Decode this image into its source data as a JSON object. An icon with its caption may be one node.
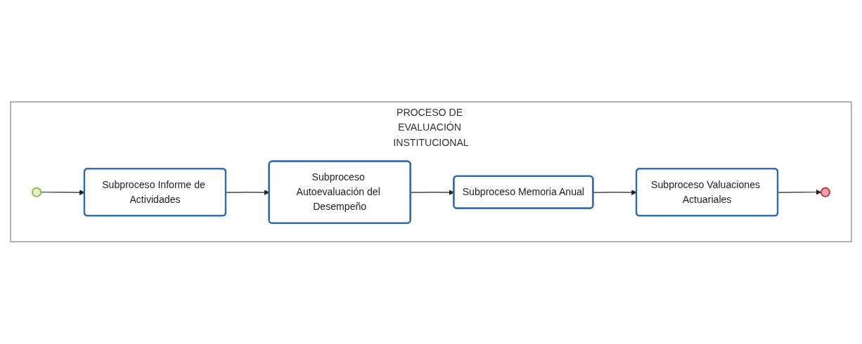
{
  "diagram": {
    "nodes": [
      {
        "text": [
          "PROCESO DE EVALUACIÓN INSTITUCIONAL"
        ]
      },
      {
        "text": [],
        "shape": "circle",
        "in": 0
      },
      {
        "text": [
          "Subproceso Informe de Actividades"
        ],
        "in": 0
      },
      {
        "text": [
          "Subproceso Autoevaluación del Desempeño"
        ],
        "in": 0
      },
      {
        "text": [
          "Subproceso Memoria Anual"
        ],
        "in": 0
      },
      {
        "text": [
          "Subproceso Valuaciones Actuariales"
        ],
        "in": 0
      },
      {
        "text": [],
        "shape": "circle",
        "in": 0
      }
    ],
    "edges": [
      {
        "from": 1,
        "to": 2,
        "arrow": "to"
      },
      {
        "from": 2,
        "to": 3,
        "arrow": "to"
      },
      {
        "from": 3,
        "to": 4,
        "arrow": "to"
      },
      {
        "from": 4,
        "to": 5,
        "arrow": "to"
      },
      {
        "from": 5,
        "to": 6,
        "arrow": "to"
      }
    ]
  }
}
